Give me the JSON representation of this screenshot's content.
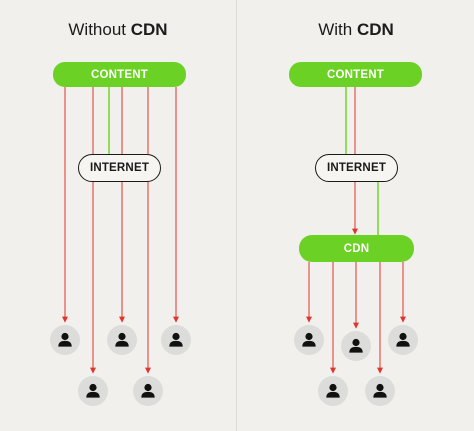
{
  "left_panel": {
    "title_prefix": "Without ",
    "title_bold": "CDN",
    "content_label": "CONTENT",
    "internet_label": "INTERNET"
  },
  "right_panel": {
    "title_prefix": "With ",
    "title_bold": "CDN",
    "content_label": "CONTENT",
    "internet_label": "INTERNET",
    "cdn_label": "CDN"
  },
  "colors": {
    "background": "#f1f0ec",
    "accent_green": "#6cd125",
    "arrow_red": "#e0352d",
    "user_circle": "#dcdcda",
    "user_glyph": "#111111"
  }
}
